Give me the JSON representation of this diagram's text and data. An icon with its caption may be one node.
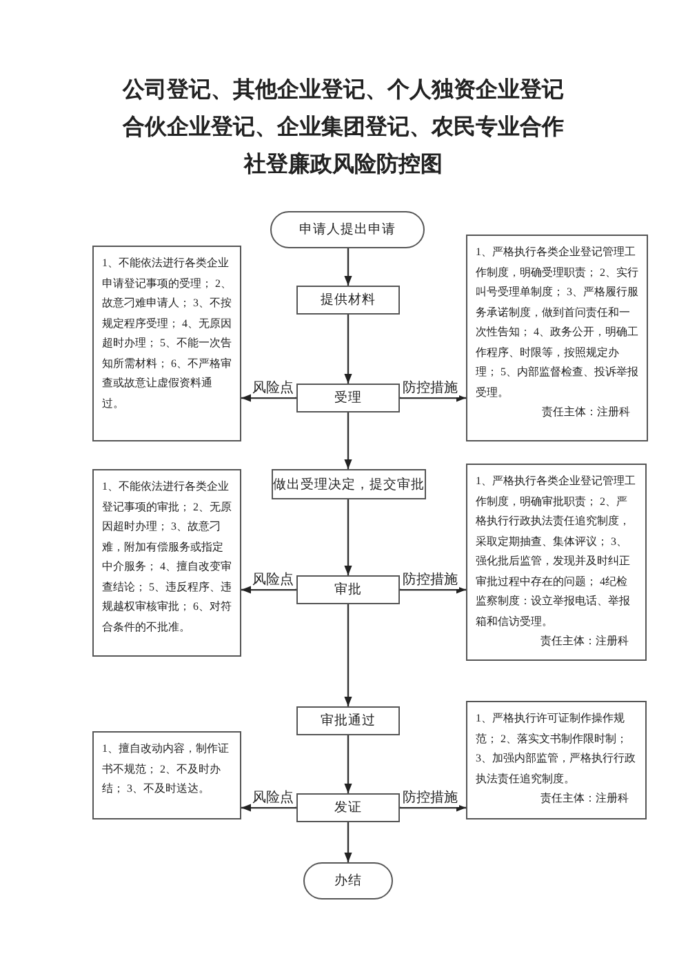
{
  "diagram": {
    "title": "公司登记、其他企业登记、个人独资企业登记合伙企业登记、企业集团登记、农民专业合作社登廉政风险防控图",
    "nodes": [
      {
        "text": [
          "申请人提出申请"
        ]
      },
      {
        "text": [
          "提供材料"
        ]
      },
      {
        "text": [
          "受理"
        ]
      },
      {
        "text": [
          "1、不能依法进行各类企业申请登记事项的受理； 2、故意刁难申请人； 3、不按规定程序受理； 4、无原因超时办理； 5、不能一次告知所需材料； 6、不严格审查或故意让虚假资料通过。"
        ]
      },
      {
        "text": [
          "1、严格执行各类企业登记管理工作制度，明确受理职责； 2、实行叫号受理单制度； 3、严格履行服务承诺制度，做到首问责任和一次性告知； 4、政务公开，明确工作程序、时限等，按照规定办理； 5、内部监督检查、投诉举报受理。",
          "责任主体：注册科"
        ]
      },
      {
        "text": [
          "做出受理决定，提交审批"
        ]
      },
      {
        "text": [
          "审批"
        ]
      },
      {
        "text": [
          "1、不能依法进行各类企业登记事项的审批； 2、无原因超时办理； 3、故意刁难，附加有偿服务或指定中介服务； 4、擅自改变审查结论； 5、违反程序、违规越权审核审批； 6、对符合条件的不批准。"
        ]
      },
      {
        "text": [
          "1、严格执行各类企业登记管理工作制度，明确审批职责； 2、严格执行行政执法责任追究制度，采取定期抽查、集体评议； 3、强化批后监管，发现并及时纠正审批过程中存在的问题； 4纪检监察制度：设立举报电话、举报箱和信访受理。",
          "责任主体：注册科"
        ]
      },
      {
        "text": [
          "审批通过"
        ]
      },
      {
        "text": [
          "发证"
        ]
      },
      {
        "text": [
          "1、擅自改动内容，制作证书不规范； 2、不及时办结； 3、不及时送达。"
        ]
      },
      {
        "text": [
          "1、严格执行许可证制作操作规范； 2、落实文书制作限时制； 3、加强内部监管，严格执行行政执法责任追究制度。",
          "责任主体：注册科"
        ]
      },
      {
        "text": [
          "办结"
        ]
      }
    ],
    "edges": [
      {
        "from": 0,
        "to": 1,
        "arrow": "to"
      },
      {
        "from": 1,
        "to": 2,
        "arrow": "to"
      },
      {
        "from": 2,
        "to": 3,
        "arrow": "to",
        "label": "风险点"
      },
      {
        "from": 2,
        "to": 4,
        "arrow": "to",
        "label": "防控措施"
      },
      {
        "from": 2,
        "to": 5,
        "arrow": "to"
      },
      {
        "from": 5,
        "to": 6,
        "arrow": "to"
      },
      {
        "from": 6,
        "to": 7,
        "arrow": "to",
        "label": "风险点"
      },
      {
        "from": 6,
        "to": 8,
        "arrow": "to",
        "label": "防控措施"
      },
      {
        "from": 6,
        "to": 9,
        "arrow": "to"
      },
      {
        "from": 9,
        "to": 10,
        "arrow": "to"
      },
      {
        "from": 10,
        "to": 11,
        "arrow": "to",
        "label": "风险点"
      },
      {
        "from": 10,
        "to": 12,
        "arrow": "to",
        "label": "防控措施"
      },
      {
        "from": 10,
        "to": 13,
        "arrow": "to"
      }
    ]
  }
}
